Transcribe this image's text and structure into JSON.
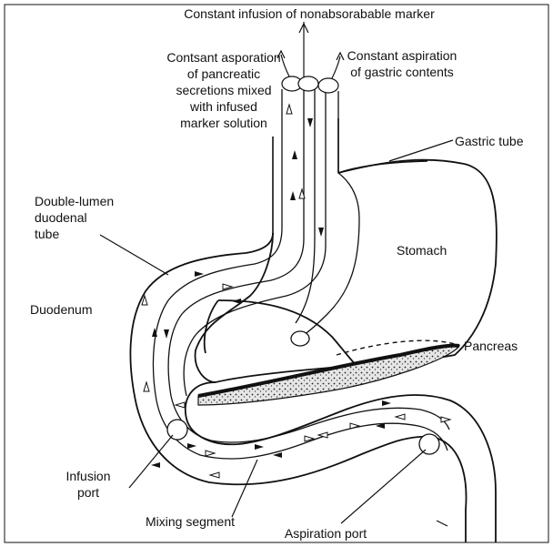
{
  "labels": {
    "constant_infusion": "Constant infusion of nonabsorabable marker",
    "aspiration_pancreatic": [
      "Contsant asporation",
      "of pancreatic",
      "secretions mixed",
      "with infused",
      "marker solution"
    ],
    "aspiration_gastric": [
      "Constant aspiration",
      "of gastric contents"
    ],
    "gastric_tube": "Gastric tube",
    "double_lumen": [
      "Double-lumen",
      "duodenal",
      "tube"
    ],
    "stomach": "Stomach",
    "duodenum": "Duodenum",
    "pancreas": "Pancreas",
    "infusion_port": [
      "Infusion",
      "port"
    ],
    "mixing_segment": "Mixing segment",
    "aspiration_port": "Aspiration port"
  },
  "colors": {
    "line": "#111111",
    "pancreas_fill": "#bdbdbd",
    "background": "#ffffff"
  }
}
